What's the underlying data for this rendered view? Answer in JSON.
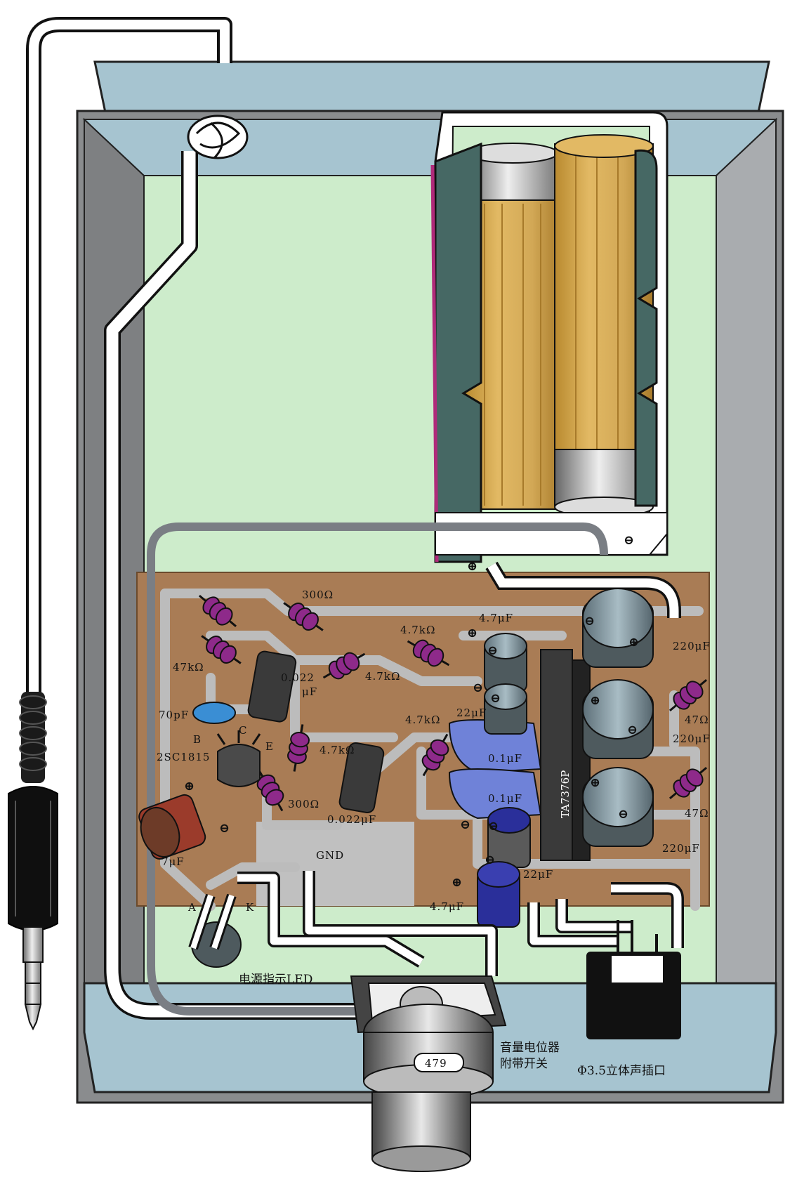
{
  "diagram": {
    "resistors": {
      "r_300_top": "300Ω",
      "r_47k": "47kΩ",
      "r_47k_a": "4.7kΩ",
      "r_47k_b": "4.7kΩ",
      "r_47k_c": "4.7kΩ",
      "r_47k_d": "4.7kΩ",
      "r_300_bottom": "300Ω",
      "r_47_top": "47Ω",
      "r_47_bottom": "47Ω"
    },
    "capacitors": {
      "c_70pf": "70pF",
      "c_0022_top_1": "0.022",
      "c_0022_top_2": "μF",
      "c_0022_bottom": "0.022μF",
      "c_47uf_top": "4.7μF",
      "c_22uf_top": "22μF",
      "c_01_top": "0.1μF",
      "c_01_bottom": "0.1μF",
      "c_22uf_bottom": "22μF",
      "c_47uf_bottom": "4.7μF",
      "c_7uf": "7μF",
      "c_220_1": "220μF",
      "c_220_2": "220μF",
      "c_220_3": "220μF"
    },
    "transistor": {
      "name": "2SC1815",
      "pin_b": "B",
      "pin_c": "C",
      "pin_e": "E"
    },
    "ic_name": "TA7376P",
    "gnd": "GND",
    "led": {
      "pin_a": "A",
      "pin_k": "K",
      "label": "电源指示LED"
    },
    "potentiometer": {
      "line1": "音量电位器",
      "line2": "附带开关",
      "value": "479"
    },
    "jack_label": "Φ3.5立体声插口",
    "polarity": {
      "plus": "⊕",
      "minus": "⊖"
    }
  },
  "colors": {
    "board": "#a97c55",
    "trace": "#bcbcbc",
    "case_lid": "#a6c4d0",
    "case_inner": "#cdeccb",
    "case_wall": "#8a8c8e",
    "battery": "#d2a856",
    "holder": "#466864",
    "resistor": "#8e2a8a",
    "cap_ceramic": "#3a8ed4",
    "cap_film": "#6f82d8",
    "cap_electrolytic_blue": "#2a2f9a",
    "cap_electrolytic_red": "#9b3b2b"
  }
}
